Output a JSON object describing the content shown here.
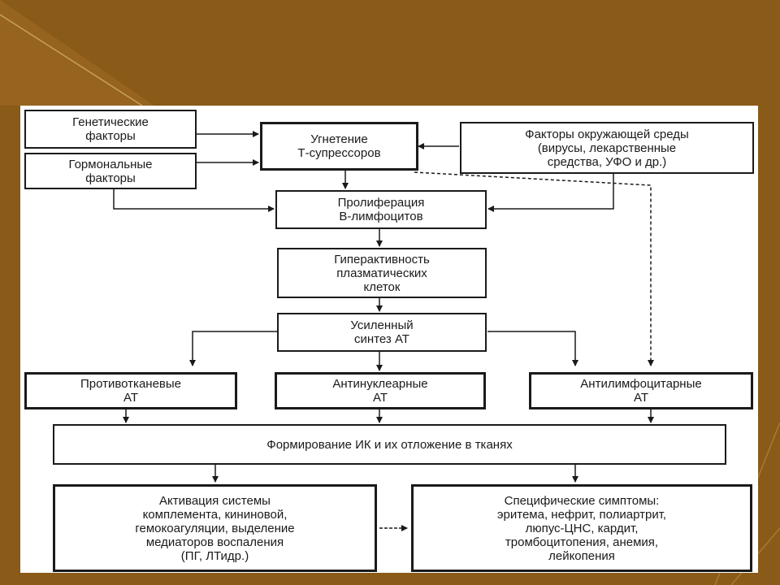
{
  "colors": {
    "background": "#8a5a18",
    "panel": "#ffffff",
    "ink": "#1a1a1a"
  },
  "diagram": {
    "genetic": "Генетические\nфакторы",
    "hormonal": "Гормональные\nфакторы",
    "suppression": "Угнетение\nТ-супрессоров",
    "environment": "Факторы окружающей среды\n(вирусы, лекарственные\nсредства, УФО и др.)",
    "proliferation": "Пролиферация\nВ-лимфоцитов",
    "hyperactivity": "Гиперактивность\nплазматических\nклеток",
    "synthesis": "Усиленный\nсинтез АТ",
    "antitissue": "Противотканевые\nАТ",
    "antinuclear": "Антинуклеарные\nАТ",
    "antilymph": "Антилимфоцитарные\nАТ",
    "complexes": "Формирование ИК и их отложение в тканях",
    "activation": "Активация системы\nкомплемента, кининовой,\nгемокоагуляции, выделение\nмедиаторов воспаления\n(ПГ, ЛТидр.)",
    "symptoms": "Специфические симптомы:\nэритема, нефрит, полиартрит,\nлюпус-ЦНС, кардит,\nтромбоцитопения, анемия,\nлейкопения"
  }
}
